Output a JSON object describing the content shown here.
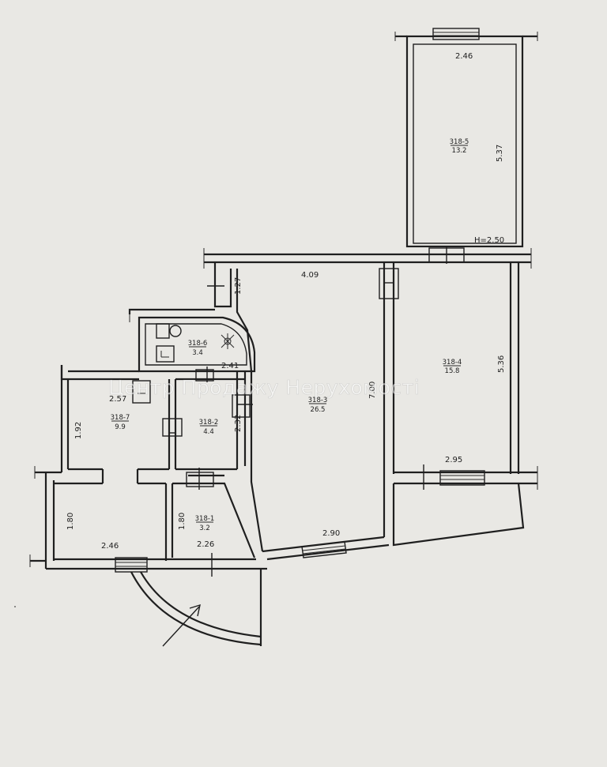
{
  "watermark": "Центр Продажу Нерухомості",
  "rooms": [
    {
      "id": "318-1",
      "area": "3.2"
    },
    {
      "id": "318-2",
      "area": "4.4"
    },
    {
      "id": "318-3",
      "area": "26.5"
    },
    {
      "id": "318-4",
      "area": "15.8"
    },
    {
      "id": "318-5",
      "area": "13.2"
    },
    {
      "id": "318-6",
      "area": "3.4"
    },
    {
      "id": "318-7",
      "area": "9.9"
    }
  ],
  "dimensions": {
    "r5_width": "2.46",
    "r5_length": "5.37",
    "ceiling_height": "H=2.50",
    "r3_top": "4.09",
    "r3_side": "1.27",
    "r3_length": "7.00",
    "r3_bottom": "2.90",
    "r4_length": "5.36",
    "r4_width": "2.95",
    "r6_width": "2.41",
    "r2_height": "2.32",
    "r7_width": "2.57",
    "r7_height": "1.92",
    "hall_height": "1.80",
    "hall_width": "2.46",
    "r1_height": "1.80",
    "r1_width": "2.26"
  }
}
